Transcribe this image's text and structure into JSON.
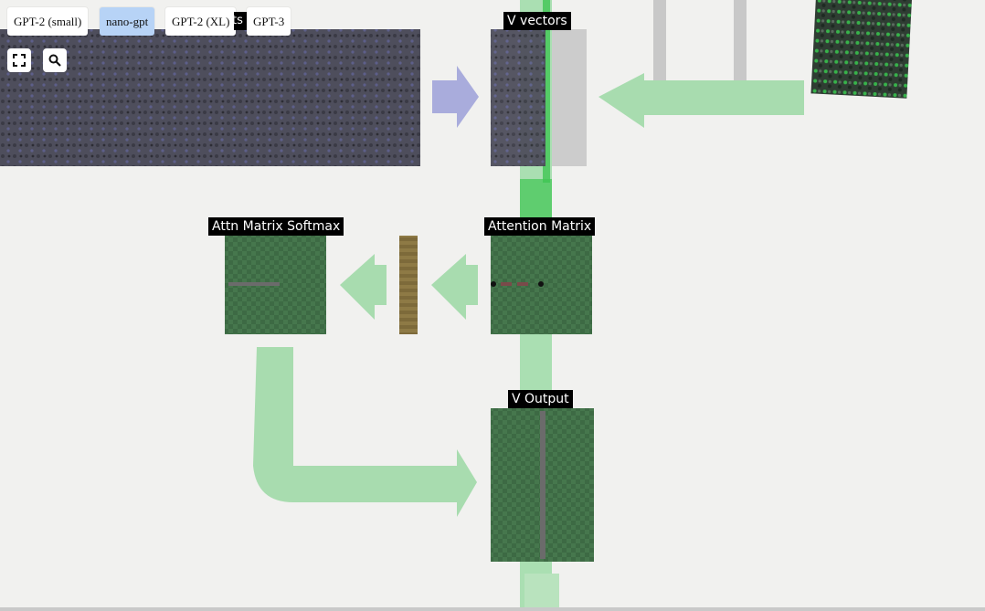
{
  "models": [
    {
      "label": "GPT-2 (small)",
      "active": false
    },
    {
      "label": "nano-gpt",
      "active": true
    },
    {
      "label": "GPT-2 (XL)",
      "active": false
    },
    {
      "label": "GPT-3",
      "active": false
    }
  ],
  "hidden_label_fragment": "ts",
  "toolbar": {
    "expand_icon": "expand-icon",
    "search_icon": "search-icon"
  },
  "blocks": {
    "v_vectors": "V vectors",
    "attention_matrix": "Attention Matrix",
    "attn_softmax": "Attn Matrix Softmax",
    "v_output": "V Output"
  },
  "colors": {
    "background": "#f1f1ef",
    "matrix_dark": "#4e4e5c",
    "matrix_green": "#3d6b45",
    "flow_green": "#8fd89a",
    "flow_blue": "#a9acdc",
    "column_brown": "#7d6a3a",
    "active_button": "#b7d3f6"
  }
}
